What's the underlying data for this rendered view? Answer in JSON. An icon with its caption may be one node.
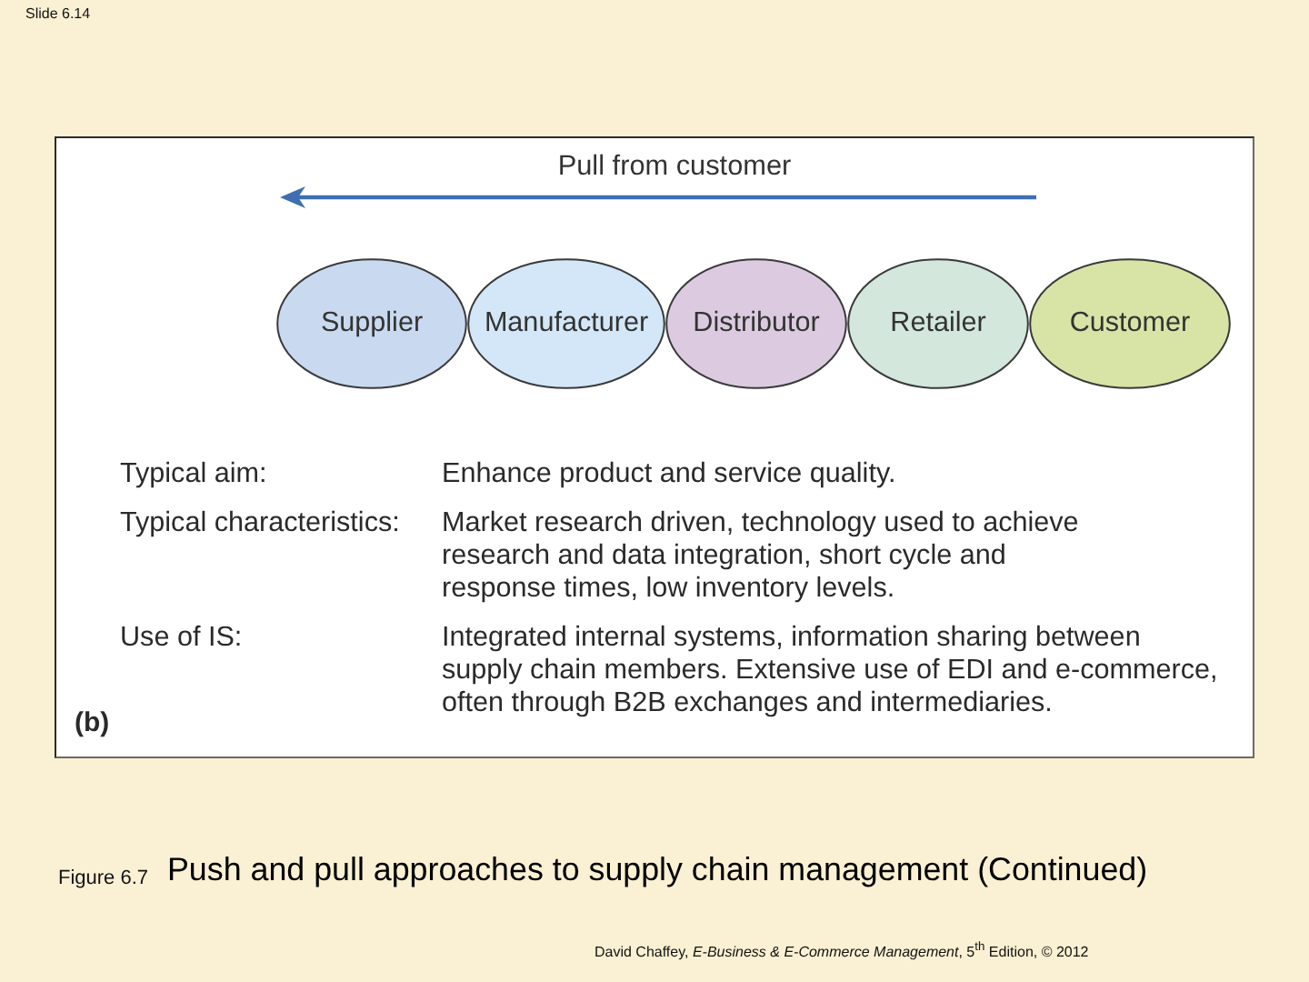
{
  "diagram": {
    "caption": "Push and pull approaches to supply chain management (Continued)",
    "nodes": [
      {
        "text": [
          "Supplier"
        ]
      },
      {
        "text": [
          "Manufacturer"
        ]
      },
      {
        "text": [
          "Distributor"
        ]
      },
      {
        "text": [
          "Retailer"
        ]
      },
      {
        "text": [
          "Customer"
        ]
      }
    ],
    "labels": [
      "Slide 6.14",
      "Pull from customer",
      "Typical aim:",
      "Enhance product and service quality.",
      "Typical characteristics:",
      "Market research driven, technology used to achieve research and data integration, short cycle and response times, low inventory levels.",
      "Use of IS:",
      "Integrated internal systems, information sharing between supply chain members. Extensive use of EDI and e-commerce, often through B2B exchanges and intermediaries.",
      "(b)",
      "Figure 6.7",
      "David Chaffey, *E-Business & E-Commerce Management*, 5$^{th}$ Edition, © 2012"
    ]
  }
}
